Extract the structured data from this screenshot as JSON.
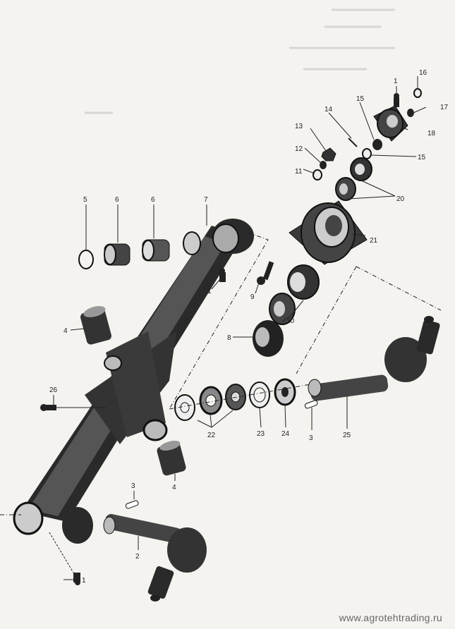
{
  "watermark": "www.agrotehtrading.ru",
  "callouts": {
    "c1a": "1",
    "c16": "16",
    "c17": "17",
    "c15a": "15",
    "c14": "14",
    "c13": "13",
    "c12": "12",
    "c11": "11",
    "c18": "18",
    "c15b": "15",
    "c20": "20",
    "c21": "21",
    "c5": "5",
    "c6a": "6",
    "c6b": "6",
    "c7": "7",
    "c1b": "1",
    "c9": "9",
    "c10": "10",
    "c8": "8",
    "c4a": "4",
    "c26": "26",
    "c22": "22",
    "c23": "23",
    "c24": "24",
    "c3a": "3",
    "c25": "25",
    "c4b": "4",
    "c3b": "3",
    "c2": "2",
    "c1c": "1"
  },
  "colors": {
    "ink": "#1b1b1b",
    "paper": "#f4f3ef",
    "mid": "#555555"
  }
}
